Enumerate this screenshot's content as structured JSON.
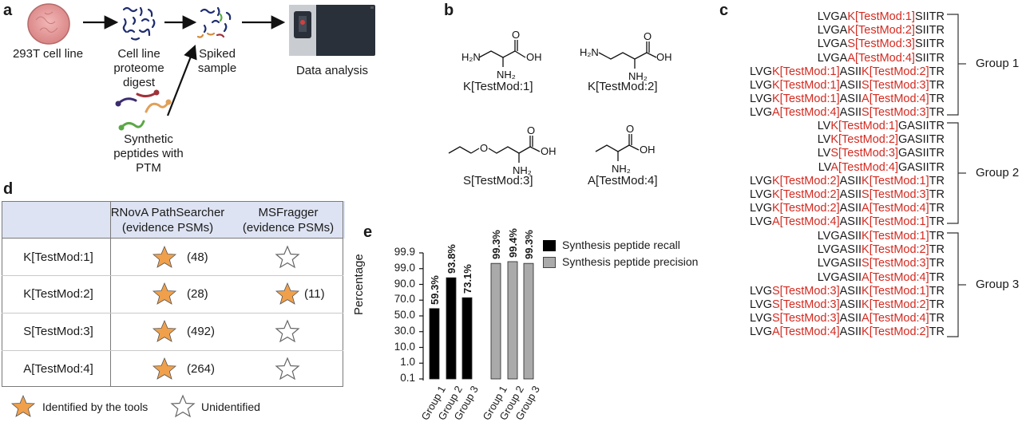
{
  "panel_labels": {
    "a": "a",
    "b": "b",
    "c": "c",
    "d": "d",
    "e": "e"
  },
  "panel_a": {
    "cell_line": "293T cell line",
    "digest": "Cell line\nproteome\ndigest",
    "spiked": "Spiked\nsample",
    "data_analysis": "Data analysis",
    "synthetic": "Synthetic\npeptides with\nPTM"
  },
  "panel_b": {
    "molecules": [
      {
        "name": "K[TestMod:1]",
        "atoms": [
          "H₂N",
          "NH₂",
          "O",
          "OH"
        ]
      },
      {
        "name": "K[TestMod:2]",
        "atoms": [
          "H₂N",
          "NH₂",
          "O",
          "OH"
        ]
      },
      {
        "name": "S[TestMod:3]",
        "atoms": [
          "O",
          "NH₂",
          "O",
          "OH"
        ]
      },
      {
        "name": "A[TestMod:4]",
        "atoms": [
          "NH₂",
          "O",
          "OH"
        ]
      }
    ]
  },
  "panel_c": {
    "groups": [
      {
        "label": "Group 1",
        "sequences": [
          [
            [
              "LVGA",
              false
            ],
            [
              "K[TestMod:1]",
              true
            ],
            [
              "SIITR",
              false
            ]
          ],
          [
            [
              "LVGA",
              false
            ],
            [
              "K[TestMod:2]",
              true
            ],
            [
              "SIITR",
              false
            ]
          ],
          [
            [
              "LVGA",
              false
            ],
            [
              "S[TestMod:3]",
              true
            ],
            [
              "SIITR",
              false
            ]
          ],
          [
            [
              "LVGA",
              false
            ],
            [
              "A[TestMod:4]",
              true
            ],
            [
              "SIITR",
              false
            ]
          ],
          [
            [
              "LVG",
              false
            ],
            [
              "K[TestMod:1]",
              true
            ],
            [
              "ASII",
              false
            ],
            [
              "K[TestMod:2]",
              true
            ],
            [
              "TR",
              false
            ]
          ],
          [
            [
              "LVG",
              false
            ],
            [
              "K[TestMod:1]",
              true
            ],
            [
              "ASII",
              false
            ],
            [
              "S[TestMod:3]",
              true
            ],
            [
              "TR",
              false
            ]
          ],
          [
            [
              "LVG",
              false
            ],
            [
              "K[TestMod:1]",
              true
            ],
            [
              "ASII",
              false
            ],
            [
              "A[TestMod:4]",
              true
            ],
            [
              "TR",
              false
            ]
          ],
          [
            [
              "LVG",
              false
            ],
            [
              "A[TestMod:4]",
              true
            ],
            [
              "ASII",
              false
            ],
            [
              "S[TestMod:3]",
              true
            ],
            [
              "TR",
              false
            ]
          ]
        ]
      },
      {
        "label": "Group 2",
        "sequences": [
          [
            [
              "LV",
              false
            ],
            [
              "K[TestMod:1]",
              true
            ],
            [
              "GASIITR",
              false
            ]
          ],
          [
            [
              "LV",
              false
            ],
            [
              "K[TestMod:2]",
              true
            ],
            [
              "GASIITR",
              false
            ]
          ],
          [
            [
              "LV",
              false
            ],
            [
              "S[TestMod:3]",
              true
            ],
            [
              "GASIITR",
              false
            ]
          ],
          [
            [
              "LV",
              false
            ],
            [
              "A[TestMod:4]",
              true
            ],
            [
              "GASIITR",
              false
            ]
          ],
          [
            [
              "LVG",
              false
            ],
            [
              "K[TestMod:2]",
              true
            ],
            [
              "ASII",
              false
            ],
            [
              "K[TestMod:1]",
              true
            ],
            [
              "TR",
              false
            ]
          ],
          [
            [
              "LVG",
              false
            ],
            [
              "K[TestMod:2]",
              true
            ],
            [
              "ASII",
              false
            ],
            [
              "S[TestMod:3]",
              true
            ],
            [
              "TR",
              false
            ]
          ],
          [
            [
              "LVG",
              false
            ],
            [
              "K[TestMod:2]",
              true
            ],
            [
              "ASII",
              false
            ],
            [
              "A[TestMod:4]",
              true
            ],
            [
              "TR",
              false
            ]
          ],
          [
            [
              "LVG",
              false
            ],
            [
              "A[TestMod:4]",
              true
            ],
            [
              "ASII",
              false
            ],
            [
              "K[TestMod:1]",
              true
            ],
            [
              "TR",
              false
            ]
          ]
        ]
      },
      {
        "label": "Group 3",
        "sequences": [
          [
            [
              "LVGASII",
              false
            ],
            [
              "K[TestMod:1]",
              true
            ],
            [
              "TR",
              false
            ]
          ],
          [
            [
              "LVGASII",
              false
            ],
            [
              "K[TestMod:2]",
              true
            ],
            [
              "TR",
              false
            ]
          ],
          [
            [
              "LVGASII",
              false
            ],
            [
              "S[TestMod:3]",
              true
            ],
            [
              "TR",
              false
            ]
          ],
          [
            [
              "LVGASII",
              false
            ],
            [
              "A[TestMod:4]",
              true
            ],
            [
              "TR",
              false
            ]
          ],
          [
            [
              "LVG",
              false
            ],
            [
              "S[TestMod:3]",
              true
            ],
            [
              "ASII",
              false
            ],
            [
              "K[TestMod:1]",
              true
            ],
            [
              "TR",
              false
            ]
          ],
          [
            [
              "LVG",
              false
            ],
            [
              "S[TestMod:3]",
              true
            ],
            [
              "ASII",
              false
            ],
            [
              "K[TestMod:2]",
              true
            ],
            [
              "TR",
              false
            ]
          ],
          [
            [
              "LVG",
              false
            ],
            [
              "S[TestMod:3]",
              true
            ],
            [
              "ASII",
              false
            ],
            [
              "A[TestMod:4]",
              true
            ],
            [
              "TR",
              false
            ]
          ],
          [
            [
              "LVG",
              false
            ],
            [
              "A[TestMod:4]",
              true
            ],
            [
              "ASII",
              false
            ],
            [
              "K[TestMod:2]",
              true
            ],
            [
              "TR",
              false
            ]
          ]
        ]
      }
    ]
  },
  "panel_d": {
    "header_col1": "RNovA PathSearcher\n(evidence PSMs)",
    "header_col2": "MSFragger\n(evidence PSMs)",
    "rows": [
      {
        "mod": "K[TestMod:1]",
        "rnova_identified": true,
        "rnova_count": "(48)",
        "msfragger_identified": false,
        "msfragger_count": ""
      },
      {
        "mod": "K[TestMod:2]",
        "rnova_identified": true,
        "rnova_count": "(28)",
        "msfragger_identified": true,
        "msfragger_count": "(11)"
      },
      {
        "mod": "S[TestMod:3]",
        "rnova_identified": true,
        "rnova_count": "(492)",
        "msfragger_identified": false,
        "msfragger_count": ""
      },
      {
        "mod": "A[TestMod:4]",
        "rnova_identified": true,
        "rnova_count": "(264)",
        "msfragger_identified": false,
        "msfragger_count": ""
      }
    ],
    "legend_identified": "Identified by the tools",
    "legend_unidentified": "Unidentified",
    "colors": {
      "star_fill": "#f0a04b",
      "star_stroke": "#555555",
      "header_bg": "#dde3f2"
    }
  },
  "chart_data": {
    "type": "bar",
    "ylabel": "Percentage",
    "yticks": [
      "99.9",
      "99.0",
      "90.0",
      "70.0",
      "50.0",
      "30.0",
      "10.0",
      "1.0",
      "0.1"
    ],
    "series": [
      {
        "name": "Synthesis peptide recall",
        "color": "#000000",
        "categories": [
          "Group 1",
          "Group 2",
          "Group 3"
        ],
        "values": [
          59.3,
          93.8,
          73.1
        ],
        "labels": [
          "59.3%",
          "93.8%",
          "73.1%"
        ]
      },
      {
        "name": "Synthesis peptide precision",
        "color": "#aaaaaa",
        "categories": [
          "Group 1",
          "Group 2",
          "Group 3"
        ],
        "values": [
          99.3,
          99.4,
          99.3
        ],
        "labels": [
          "99.3%",
          "99.4%",
          "99.3%"
        ]
      }
    ]
  }
}
